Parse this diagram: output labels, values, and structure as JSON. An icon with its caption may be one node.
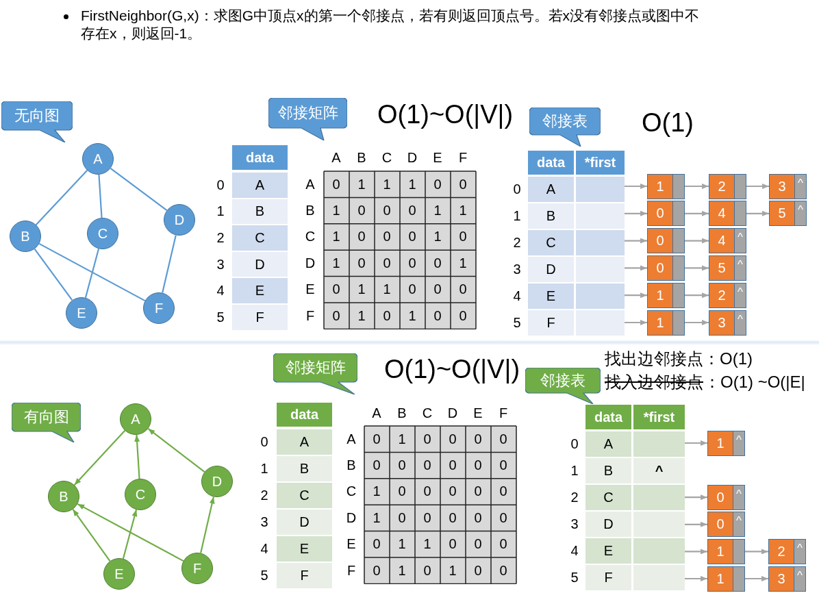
{
  "diagram": {
    "nodes": [
      {
        "text": [
          "A"
        ]
      },
      {
        "text": [
          "B"
        ]
      },
      {
        "text": [
          "C"
        ]
      },
      {
        "text": [
          "D"
        ]
      },
      {
        "text": [
          "E"
        ]
      },
      {
        "text": [
          "F"
        ]
      },
      {
        "text": [
          "无向图"
        ]
      },
      {
        "text": [
          "邻接矩阵"
        ]
      },
      {
        "text": [
          "邻接表"
        ]
      },
      {
        "text": [],
        "shape": "box"
      },
      {
        "text": [],
        "shape": "box"
      },
      {
        "text": [],
        "shape": "box"
      },
      {
        "text": [],
        "shape": "box"
      },
      {
        "text": [],
        "shape": "box"
      },
      {
        "text": [],
        "shape": "box"
      },
      {
        "text": [
          "1"
        ]
      },
      {
        "text": [
          "2"
        ]
      },
      {
        "text": [
          "3",
          "^"
        ]
      },
      {
        "text": [
          "0"
        ]
      },
      {
        "text": [
          "4"
        ]
      },
      {
        "text": [
          "5",
          "^"
        ]
      },
      {
        "text": [
          "0"
        ]
      },
      {
        "text": [
          "4",
          "^"
        ]
      },
      {
        "text": [
          "0"
        ]
      },
      {
        "text": [
          "5",
          "^"
        ]
      },
      {
        "text": [
          "1"
        ]
      },
      {
        "text": [
          "2",
          "^"
        ]
      },
      {
        "text": [
          "1"
        ]
      },
      {
        "text": [
          "3",
          "^"
        ]
      },
      {
        "text": [
          "A"
        ]
      },
      {
        "text": [
          "B"
        ]
      },
      {
        "text": [
          "C"
        ]
      },
      {
        "text": [
          "D"
        ]
      },
      {
        "text": [
          "E"
        ]
      },
      {
        "text": [
          "F"
        ]
      },
      {
        "text": [
          "有向图"
        ]
      },
      {
        "text": [
          "邻接矩阵"
        ]
      },
      {
        "text": [
          "邻接表"
        ]
      },
      {
        "text": [],
        "shape": "box"
      },
      {
        "text": [
          "^"
        ]
      },
      {
        "text": [],
        "shape": "box"
      },
      {
        "text": [],
        "shape": "box"
      },
      {
        "text": [],
        "shape": "box"
      },
      {
        "text": [],
        "shape": "box"
      },
      {
        "text": [
          "1",
          "^"
        ]
      },
      {
        "text": [
          "0",
          "^"
        ]
      },
      {
        "text": [
          "0",
          "^"
        ]
      },
      {
        "text": [
          "1"
        ]
      },
      {
        "text": [
          "2",
          "^"
        ]
      },
      {
        "text": [
          "1"
        ]
      },
      {
        "text": [
          "3",
          "^"
        ]
      }
    ],
    "edges": [
      {
        "from": 0,
        "to": 1,
        "arrow": "none",
        "color": "#5b9bd5"
      },
      {
        "from": 0,
        "to": 2,
        "arrow": "none",
        "color": "#5b9bd5"
      },
      {
        "from": 0,
        "to": 3,
        "arrow": "none",
        "color": "#5b9bd5"
      },
      {
        "from": 1,
        "to": 4,
        "arrow": "none",
        "color": "#5b9bd5"
      },
      {
        "from": 1,
        "to": 5,
        "arrow": "none",
        "color": "#5b9bd5"
      },
      {
        "from": 2,
        "to": 4,
        "arrow": "none",
        "color": "#5b9bd5"
      },
      {
        "from": 3,
        "to": 5,
        "arrow": "none",
        "color": "#5b9bd5"
      },
      {
        "from": 9,
        "to": 15,
        "arrow": "to"
      },
      {
        "from": 15,
        "to": 16,
        "arrow": "to"
      },
      {
        "from": 16,
        "to": 17,
        "arrow": "to"
      },
      {
        "from": 10,
        "to": 18,
        "arrow": "to"
      },
      {
        "from": 18,
        "to": 19,
        "arrow": "to"
      },
      {
        "from": 19,
        "to": 20,
        "arrow": "to"
      },
      {
        "from": 11,
        "to": 21,
        "arrow": "to"
      },
      {
        "from": 21,
        "to": 22,
        "arrow": "to"
      },
      {
        "from": 12,
        "to": 23,
        "arrow": "to"
      },
      {
        "from": 23,
        "to": 24,
        "arrow": "to"
      },
      {
        "from": 13,
        "to": 25,
        "arrow": "to"
      },
      {
        "from": 25,
        "to": 26,
        "arrow": "to"
      },
      {
        "from": 14,
        "to": 27,
        "arrow": "to"
      },
      {
        "from": 27,
        "to": 28,
        "arrow": "to"
      },
      {
        "from": 29,
        "to": 30,
        "arrow": "to",
        "color": "#70ad47"
      },
      {
        "from": 31,
        "to": 29,
        "arrow": "to",
        "color": "#70ad47"
      },
      {
        "from": 32,
        "to": 29,
        "arrow": "to",
        "color": "#70ad47"
      },
      {
        "from": 33,
        "to": 30,
        "arrow": "to",
        "color": "#70ad47"
      },
      {
        "from": 33,
        "to": 31,
        "arrow": "to",
        "color": "#70ad47"
      },
      {
        "from": 34,
        "to": 30,
        "arrow": "to",
        "color": "#70ad47"
      },
      {
        "from": 34,
        "to": 32,
        "arrow": "to",
        "color": "#70ad47"
      },
      {
        "from": 38,
        "to": 44,
        "arrow": "to"
      },
      {
        "from": 40,
        "to": 45,
        "arrow": "to"
      },
      {
        "from": 41,
        "to": 46,
        "arrow": "to"
      },
      {
        "from": 42,
        "to": 47,
        "arrow": "to"
      },
      {
        "from": 47,
        "to": 48,
        "arrow": "to"
      },
      {
        "from": 43,
        "to": 49,
        "arrow": "to"
      },
      {
        "from": 49,
        "to": 50,
        "arrow": "to"
      }
    ],
    "labels": [
      "FirstNeighbor(G,x)：求图G中顶点x的第一个邻接点，若有则返回顶点号。若x没有邻接点或图中不存在x，则返回-1。",
      "O(1)~O(|V|)",
      "O(1)",
      "data",
      "0",
      "A",
      "1",
      "B",
      "2",
      "C",
      "3",
      "D",
      "4",
      "E",
      "5",
      "F",
      "A",
      "B",
      "C",
      "D",
      "E",
      "F",
      "A",
      "0",
      "1",
      "1",
      "1",
      "0",
      "0",
      "B",
      "1",
      "0",
      "0",
      "0",
      "1",
      "1",
      "C",
      "1",
      "0",
      "0",
      "0",
      "1",
      "0",
      "D",
      "1",
      "0",
      "0",
      "0",
      "0",
      "1",
      "E",
      "0",
      "1",
      "1",
      "0",
      "0",
      "0",
      "F",
      "0",
      "1",
      "0",
      "1",
      "0",
      "0",
      "data",
      "*first",
      "0",
      "A",
      "1",
      "B",
      "2",
      "C",
      "3",
      "D",
      "4",
      "E",
      "5",
      "F",
      "O(1)~O(|V|)",
      "找出边邻接点：O(1)",
      "找入边邻接点",
      "：O(1) ~O(|E|",
      "data",
      "0",
      "A",
      "1",
      "B",
      "2",
      "C",
      "3",
      "D",
      "4",
      "E",
      "5",
      "F",
      "A",
      "B",
      "C",
      "D",
      "E",
      "F",
      "A",
      "0",
      "1",
      "0",
      "0",
      "0",
      "0",
      "B",
      "0",
      "0",
      "0",
      "0",
      "0",
      "0",
      "C",
      "1",
      "0",
      "0",
      "0",
      "0",
      "0",
      "D",
      "1",
      "0",
      "0",
      "0",
      "0",
      "0",
      "E",
      "0",
      "1",
      "1",
      "0",
      "0",
      "0",
      "F",
      "0",
      "1",
      "0",
      "1",
      "0",
      "0",
      "data",
      "*first",
      "0",
      "A",
      "1",
      "B",
      "2",
      "C",
      "3",
      "D",
      "4",
      "E",
      "5",
      "F"
    ]
  }
}
